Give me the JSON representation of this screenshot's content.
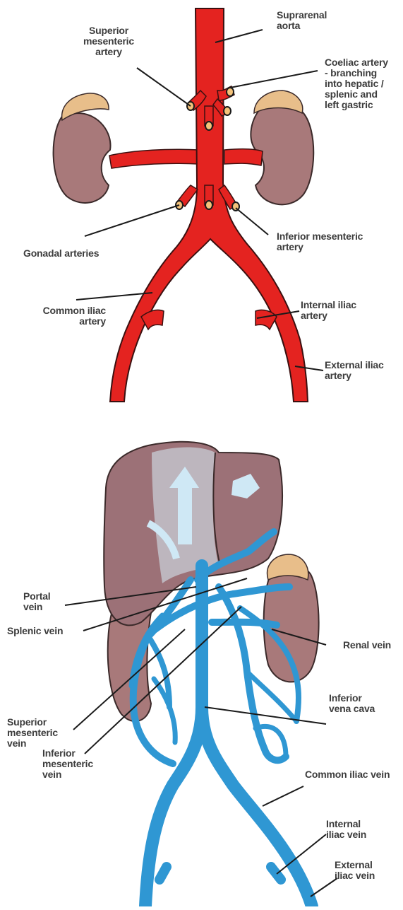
{
  "arterial_diagram": {
    "labels": {
      "suprarenal_aorta": "Suprarenal\naorta",
      "superior_mesenteric_artery": "Superior\nmesenteric\nartery",
      "coeliac_artery": "Coeliac artery\n- branching\ninto hepatic /\nsplenic and\nleft gastric",
      "gonadal_arteries": "Gonadal arteries",
      "inferior_mesenteric_artery": "Inferior mesenteric\nartery",
      "common_iliac_artery": "Common iliac\nartery",
      "internal_iliac_artery": "Internal iliac\nartery",
      "external_iliac_artery": "External iliac\nartery"
    }
  },
  "venous_diagram": {
    "labels": {
      "portal_vein": "Portal\nvein",
      "splenic_vein": "Splenic vein",
      "renal_vein": "Renal vein",
      "superior_mesenteric_vein": "Superior\nmesenteric\nvein",
      "inferior_vena_cava": "Inferior\nvena cava",
      "inferior_mesenteric_vein": "Inferior\nmesenteric\nvein",
      "common_iliac_vein": "Common iliac vein",
      "internal_iliac_vein": "Internal\niliac vein",
      "external_iliac_vein": "External\niliac vein"
    }
  },
  "colors": {
    "artery": "#e42320",
    "vein": "#2f97d3",
    "kidney": "#a8797a",
    "liver": "#9c7177",
    "adrenal": "#e8be8a",
    "leader_line": "#1a1a1a",
    "label_text": "#3c3c3c"
  }
}
